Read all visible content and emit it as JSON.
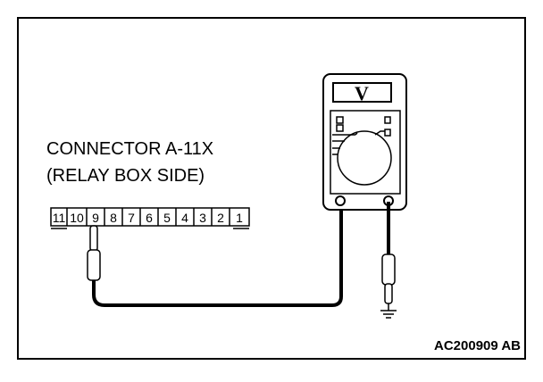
{
  "connector": {
    "title": "CONNECTOR A-11X",
    "subtitle": "(RELAY BOX SIDE)",
    "pins": [
      "11",
      "10",
      "9",
      "8",
      "7",
      "6",
      "5",
      "4",
      "3",
      "2",
      "1"
    ],
    "probed_pin": "9"
  },
  "meter": {
    "display": "V"
  },
  "figure_id": "AC200909 AB"
}
